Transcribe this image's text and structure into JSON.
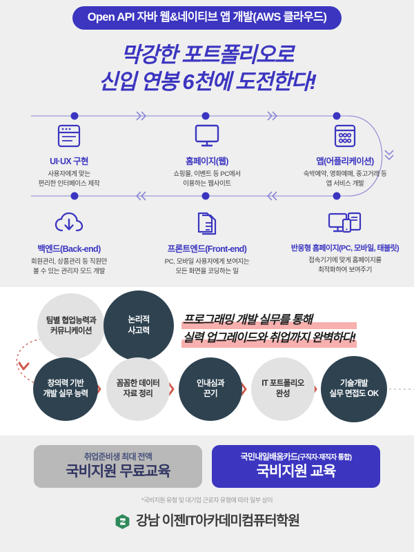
{
  "header": {
    "badge": "Open API 자바 웹&네이티브 앱 개발(AWS 클라우드)",
    "headline_line1": "막강한 포트폴리오로",
    "headline_line2": "신입 연봉 6천에 도전한다!"
  },
  "skills": [
    {
      "icon": "browser-window-icon",
      "title": "UI·UX 구현",
      "desc_line1": "사용자에게 맞는",
      "desc_line2": "편리한 인터페이스 제작"
    },
    {
      "icon": "desktop-monitor-icon",
      "title": "홈페이지(웹)",
      "desc_line1": "쇼핑몰, 이벤트 등 PC에서",
      "desc_line2": "이용하는 웹사이트"
    },
    {
      "icon": "app-grid-icon",
      "title": "앱(어플리케이션)",
      "desc_line1": "숙박예약, 영화예매, 중고거래 등",
      "desc_line2": "앱 서비스 개발"
    },
    {
      "icon": "cloud-download-icon",
      "title": "백엔드(Back-end)",
      "desc_line1": "회원관리, 상품관리 등 직원만",
      "desc_line2": "볼 수 있는 관리자 모드 개발"
    },
    {
      "icon": "document-code-icon",
      "title": "프론트엔드(Front-end)",
      "desc_line1": "PC, 모바일 사용자에게 보여지는",
      "desc_line2": "모든 화면을 코딩하는 일"
    },
    {
      "icon": "responsive-devices-icon",
      "title": "반응형 홈페이지(PC, 모바일, 태블릿)",
      "desc_line1": "접속기기에 맞게 홈페이지를",
      "desc_line2": "최적화하여 보여주기"
    }
  ],
  "flow": {
    "bubbles": [
      {
        "line1": "팀별 협업능력과",
        "line2": "커뮤니케이션",
        "style": "light"
      },
      {
        "line1": "논리적",
        "line2": "사고력",
        "style": "dark"
      },
      {
        "line1": "창의력 기반",
        "line2": "개발 실무 능력",
        "style": "dark"
      },
      {
        "line1": "꼼꼼한 데이터",
        "line2": "자료 정리",
        "style": "light"
      },
      {
        "line1": "인내심과",
        "line2": "끈기",
        "style": "dark"
      },
      {
        "line1": "IT 포트폴리오",
        "line2": "완성",
        "style": "light"
      },
      {
        "line1": "기술개발",
        "line2": "실무 면접도 OK",
        "style": "dark"
      }
    ],
    "pitch_line1": "프로그래밍 개발 실무를 통해",
    "pitch_line2": "실력 업그레이드와 취업까지 완벽하다!"
  },
  "bottom": {
    "pill_left_top": "취업준비생 최대 전액",
    "pill_left_main": "국비지원 무료교육",
    "pill_right_top_main": "국민내일배움카드",
    "pill_right_top_paren": "(구직자·재직자 통합)",
    "pill_right_main": "국비지원 교육",
    "footnote": "*국비지원 유형 및 대기업 근로자 유형에 따라 일부 상이",
    "brand_name": "강남 이젠IT아카데미컴퓨터학원",
    "brand_mark_icon": "ezen-logo-icon"
  },
  "colors": {
    "brand_blue": "#3b35c0",
    "dark_slate": "#2e4250",
    "light_grey_circle": "#e2e2e2",
    "pink_highlight": "#f7b0ae",
    "page_bg": "#efefef",
    "logo_green": "#2f8a5b"
  }
}
